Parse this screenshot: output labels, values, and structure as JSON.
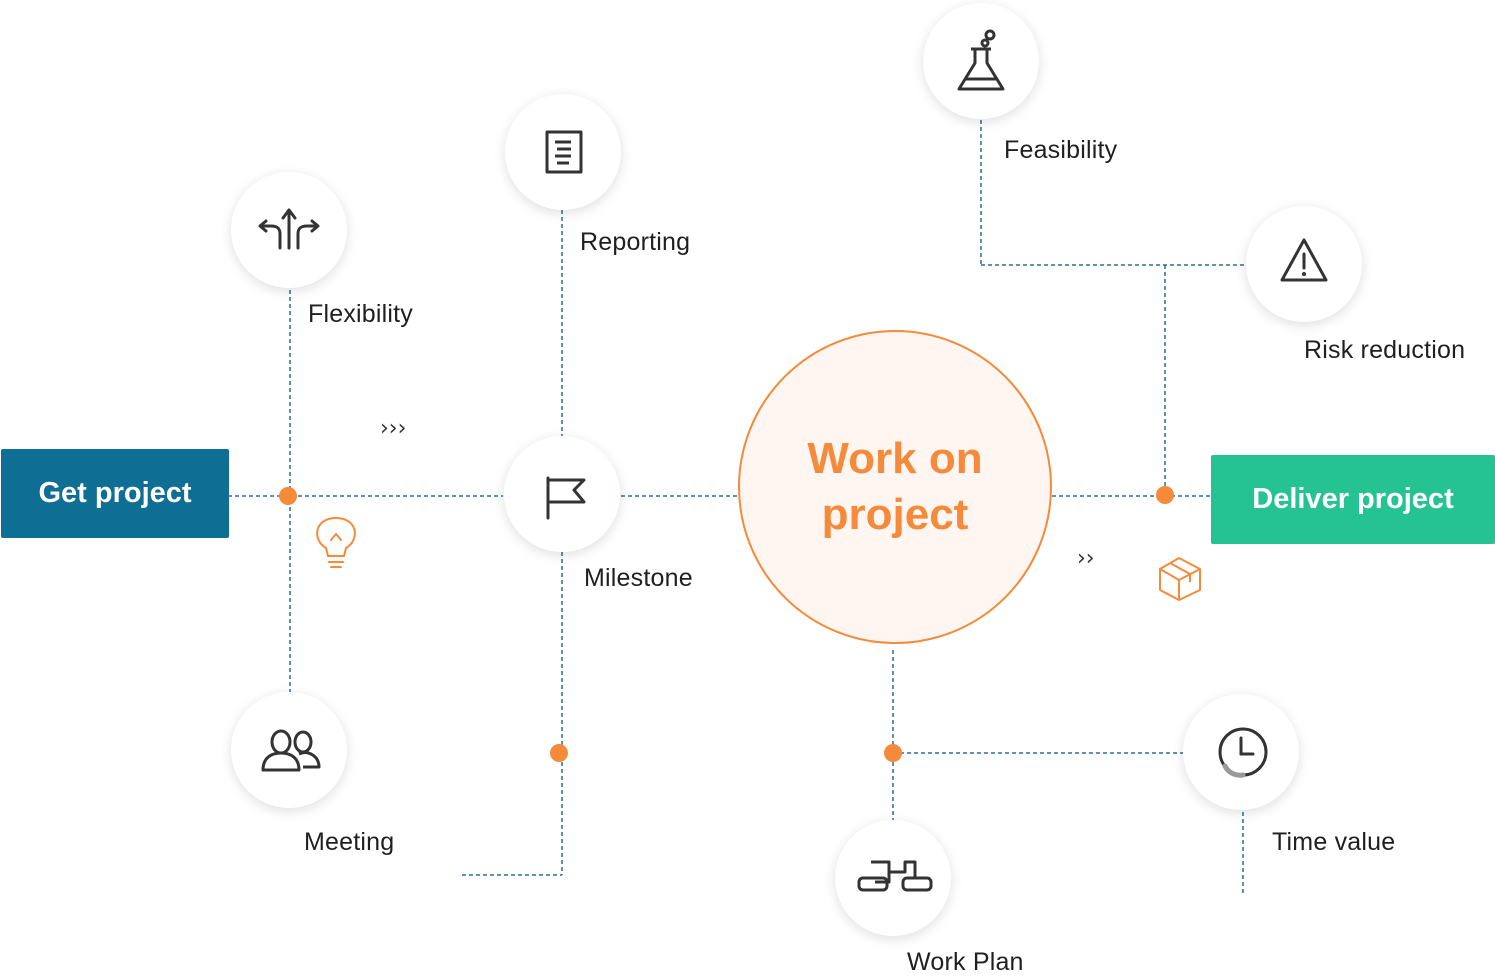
{
  "start_box": {
    "label": "Get project",
    "color": "#0e6e94"
  },
  "end_box": {
    "label": "Deliver project",
    "color": "#25c391"
  },
  "center": {
    "line1": "Work on",
    "line2": "project",
    "color": "#f58a3a"
  },
  "nodes": {
    "flexibility": {
      "label": "Flexibility",
      "icon": "branch-arrows-icon"
    },
    "reporting": {
      "label": "Reporting",
      "icon": "document-icon"
    },
    "milestone": {
      "label": "Milestone",
      "icon": "flag-icon"
    },
    "meeting": {
      "label": "Meeting",
      "icon": "people-icon"
    },
    "feasibility": {
      "label": "Feasibility",
      "icon": "flask-icon"
    },
    "risk_reduction": {
      "label": "Risk reduction",
      "icon": "warning-icon"
    },
    "work_plan": {
      "label": "Work Plan",
      "icon": "flowchart-icon"
    },
    "time_value": {
      "label": "Time value",
      "icon": "clock-icon"
    }
  },
  "decorations": {
    "chevrons_left": "›››",
    "chevrons_right": "››",
    "lightbulb": "lightbulb-icon",
    "box": "box-icon"
  },
  "colors": {
    "connector": "#2a6f8f",
    "dot": "#f58a3a",
    "accent": "#f58a3a"
  }
}
